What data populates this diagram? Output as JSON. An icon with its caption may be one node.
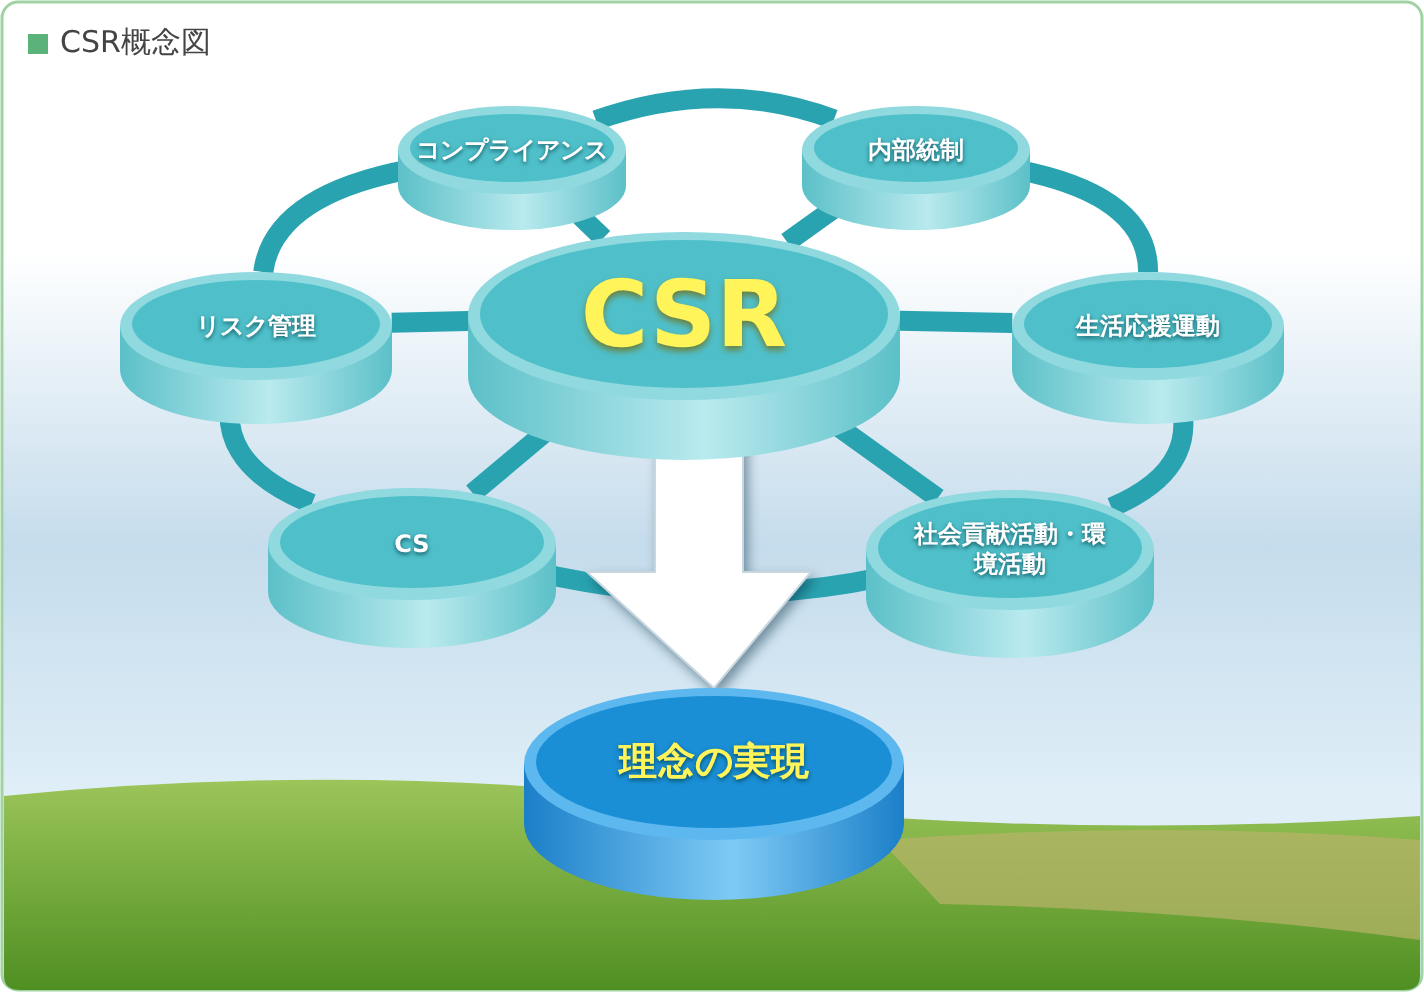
{
  "diagram": {
    "title": "CSR概念図",
    "nodes": [
      {
        "text": [
          "CSR"
        ]
      },
      {
        "text": [
          "コンプライアンス"
        ]
      },
      {
        "text": [
          "内部統制"
        ]
      },
      {
        "text": [
          "リスク管理"
        ]
      },
      {
        "text": [
          "生活応援運動"
        ]
      },
      {
        "text": [
          "CS"
        ]
      },
      {
        "text": [
          "社会貢献活動・環境活動"
        ]
      },
      {
        "text": [
          "理念の実現"
        ]
      }
    ],
    "edges": [
      {
        "from": 0,
        "to": 1,
        "arrow": "none"
      },
      {
        "from": 0,
        "to": 2,
        "arrow": "none"
      },
      {
        "from": 0,
        "to": 3,
        "arrow": "none"
      },
      {
        "from": 0,
        "to": 4,
        "arrow": "none"
      },
      {
        "from": 0,
        "to": 5,
        "arrow": "none"
      },
      {
        "from": 0,
        "to": 6,
        "arrow": "none"
      },
      {
        "from": 1,
        "to": 2,
        "arrow": "none"
      },
      {
        "from": 2,
        "to": 4,
        "arrow": "none"
      },
      {
        "from": 4,
        "to": 6,
        "arrow": "none"
      },
      {
        "from": 6,
        "to": 5,
        "arrow": "none"
      },
      {
        "from": 5,
        "to": 3,
        "arrow": "none"
      },
      {
        "from": 3,
        "to": 1,
        "arrow": "none"
      },
      {
        "from": 0,
        "to": 7,
        "arrow": "to",
        "style": "thick",
        "color": "#ffffff"
      }
    ]
  }
}
